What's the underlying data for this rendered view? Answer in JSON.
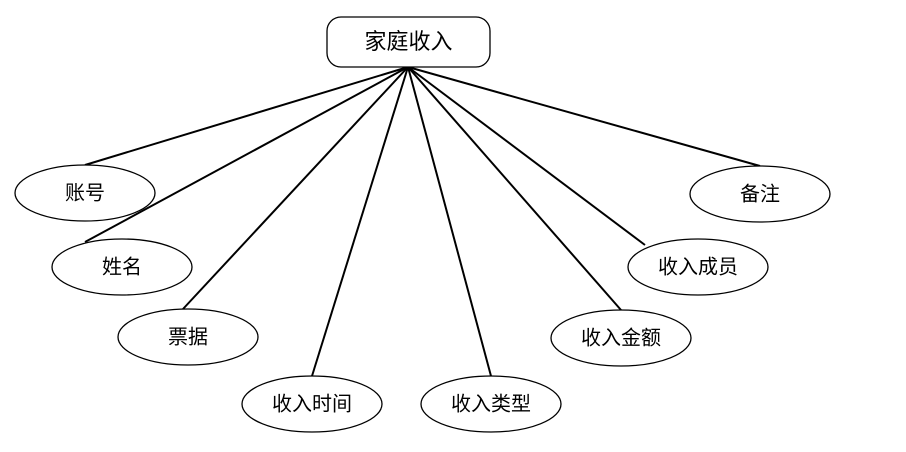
{
  "diagram": {
    "type": "entity-attribute",
    "entity": {
      "label": "家庭收入"
    },
    "attributes": [
      {
        "id": "account",
        "label": "账号"
      },
      {
        "id": "name",
        "label": "姓名"
      },
      {
        "id": "receipt",
        "label": "票据"
      },
      {
        "id": "income-time",
        "label": "收入时间"
      },
      {
        "id": "income-type",
        "label": "收入类型"
      },
      {
        "id": "income-amount",
        "label": "收入金额"
      },
      {
        "id": "income-member",
        "label": "收入成员"
      },
      {
        "id": "remark",
        "label": "备注"
      }
    ]
  },
  "colors": {
    "line": "#000000",
    "fill": "#ffffff",
    "text": "#000000"
  }
}
